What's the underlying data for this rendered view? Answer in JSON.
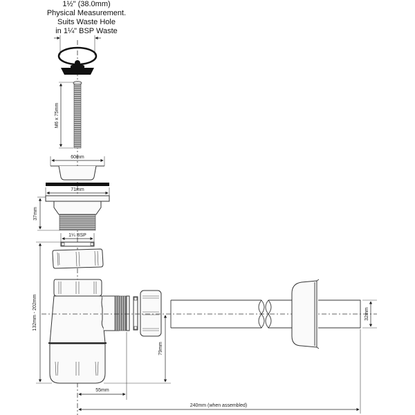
{
  "header": {
    "line1": "1½\" (38.0mm)",
    "line2": "Physical Measurement.",
    "line3": "Suits Waste Hole",
    "line4": "in 1¼\" BSP Waste"
  },
  "dimensions": {
    "screw": "M6 x 75mm",
    "flange_top": "60mm",
    "washer": "71mm",
    "body_height": "37mm",
    "thread": "1¼ BSP",
    "trap_height": "132mm - 202mm",
    "outlet_height": "79mm",
    "outlet_offset": "55mm",
    "pipe_diameter": "32mm",
    "total_length": "240mm (when assembled)"
  },
  "parts": [
    "plug-and-ring",
    "screw",
    "top-flange",
    "washer",
    "waste-body",
    "sealing-ring",
    "coupling-nut",
    "trap-bottle",
    "outlet-thread",
    "outlet-seal",
    "outlet-nut",
    "pipe",
    "wall-flange"
  ]
}
